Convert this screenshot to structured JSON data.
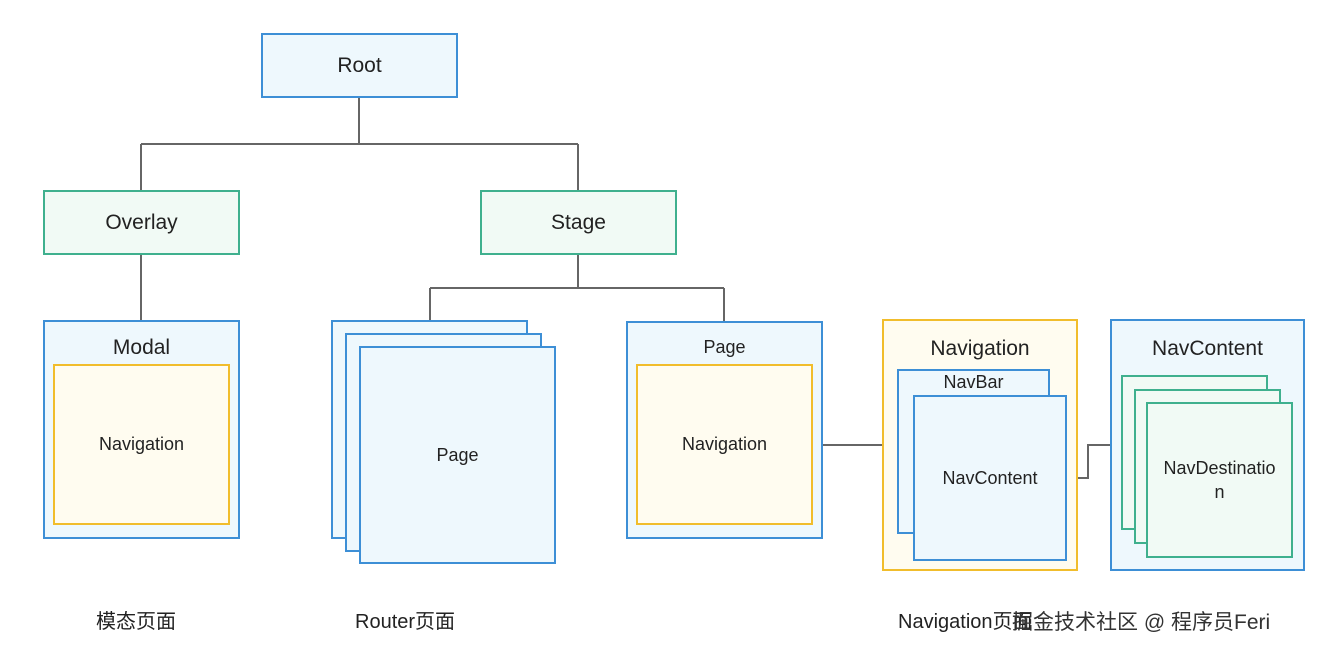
{
  "colors": {
    "blue_border": "#3d8fd6",
    "green_border": "#3fb08e",
    "yellow_border": "#f1bd2c",
    "line": "#666666"
  },
  "nodes": {
    "root": "Root",
    "overlay": "Overlay",
    "stage": "Stage",
    "modal": "Modal",
    "modal_navigation": "Navigation",
    "router_page": "Page",
    "page": "Page",
    "page_navigation": "Navigation",
    "navigation": "Navigation",
    "navbar": "NavBar",
    "navcontent_inner": "NavContent",
    "navcontent": "NavContent",
    "navdestination": "NavDestination"
  },
  "captions": {
    "modal": "模态页面",
    "router": "Router页面",
    "navigation": "Navigation页面"
  },
  "watermark": "掘金技术社区 @ 程序员Feri"
}
